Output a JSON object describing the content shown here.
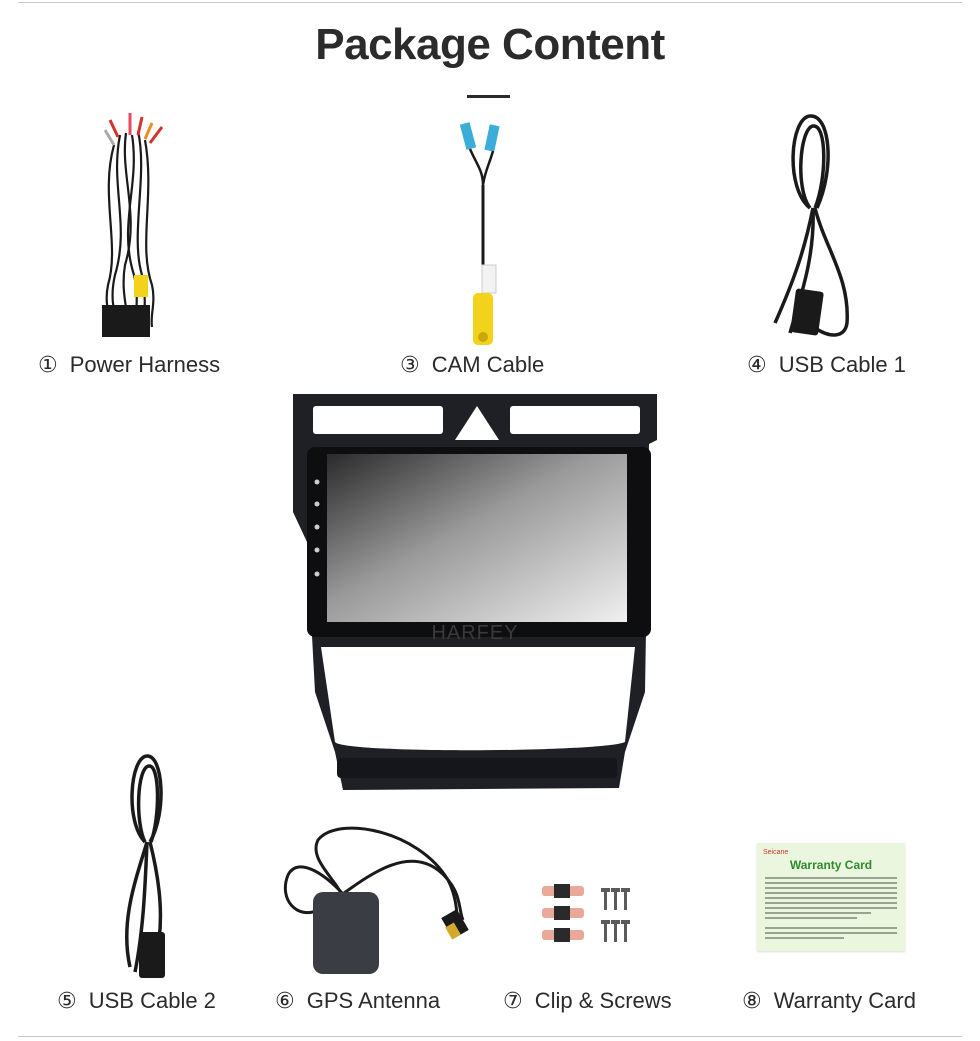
{
  "page": {
    "title": "Package Content"
  },
  "items": [
    {
      "num": "①",
      "label": "Power Harness",
      "icon": "wiring-harness-icon"
    },
    {
      "num": "③",
      "label": "CAM Cable",
      "icon": "camera-cable-icon"
    },
    {
      "num": "④",
      "label": "USB Cable 1",
      "icon": "usb-cable-icon"
    },
    {
      "num": "⑤",
      "label": "USB Cable 2",
      "icon": "usb-cable-icon"
    },
    {
      "num": "⑥",
      "label": "GPS Antenna",
      "icon": "gps-antenna-icon"
    },
    {
      "num": "⑦",
      "label": "Clip & Screws",
      "icon": "clips-screws-icon"
    },
    {
      "num": "⑧",
      "label": "Warranty Card",
      "icon": "warranty-card-icon"
    }
  ],
  "head_unit": {
    "brand": "HARFEY"
  },
  "warranty_card": {
    "brand": "Seicane",
    "heading": "Warranty Card"
  },
  "colors": {
    "title": "#2b2b2b",
    "frame": "#1e2026",
    "warranty_bg": "#eaf6de",
    "warranty_heading": "#2e8b2e",
    "accent_red": "#d0342c",
    "cable_blue": "#3aaed8",
    "cable_yellow": "#f2d21b"
  }
}
